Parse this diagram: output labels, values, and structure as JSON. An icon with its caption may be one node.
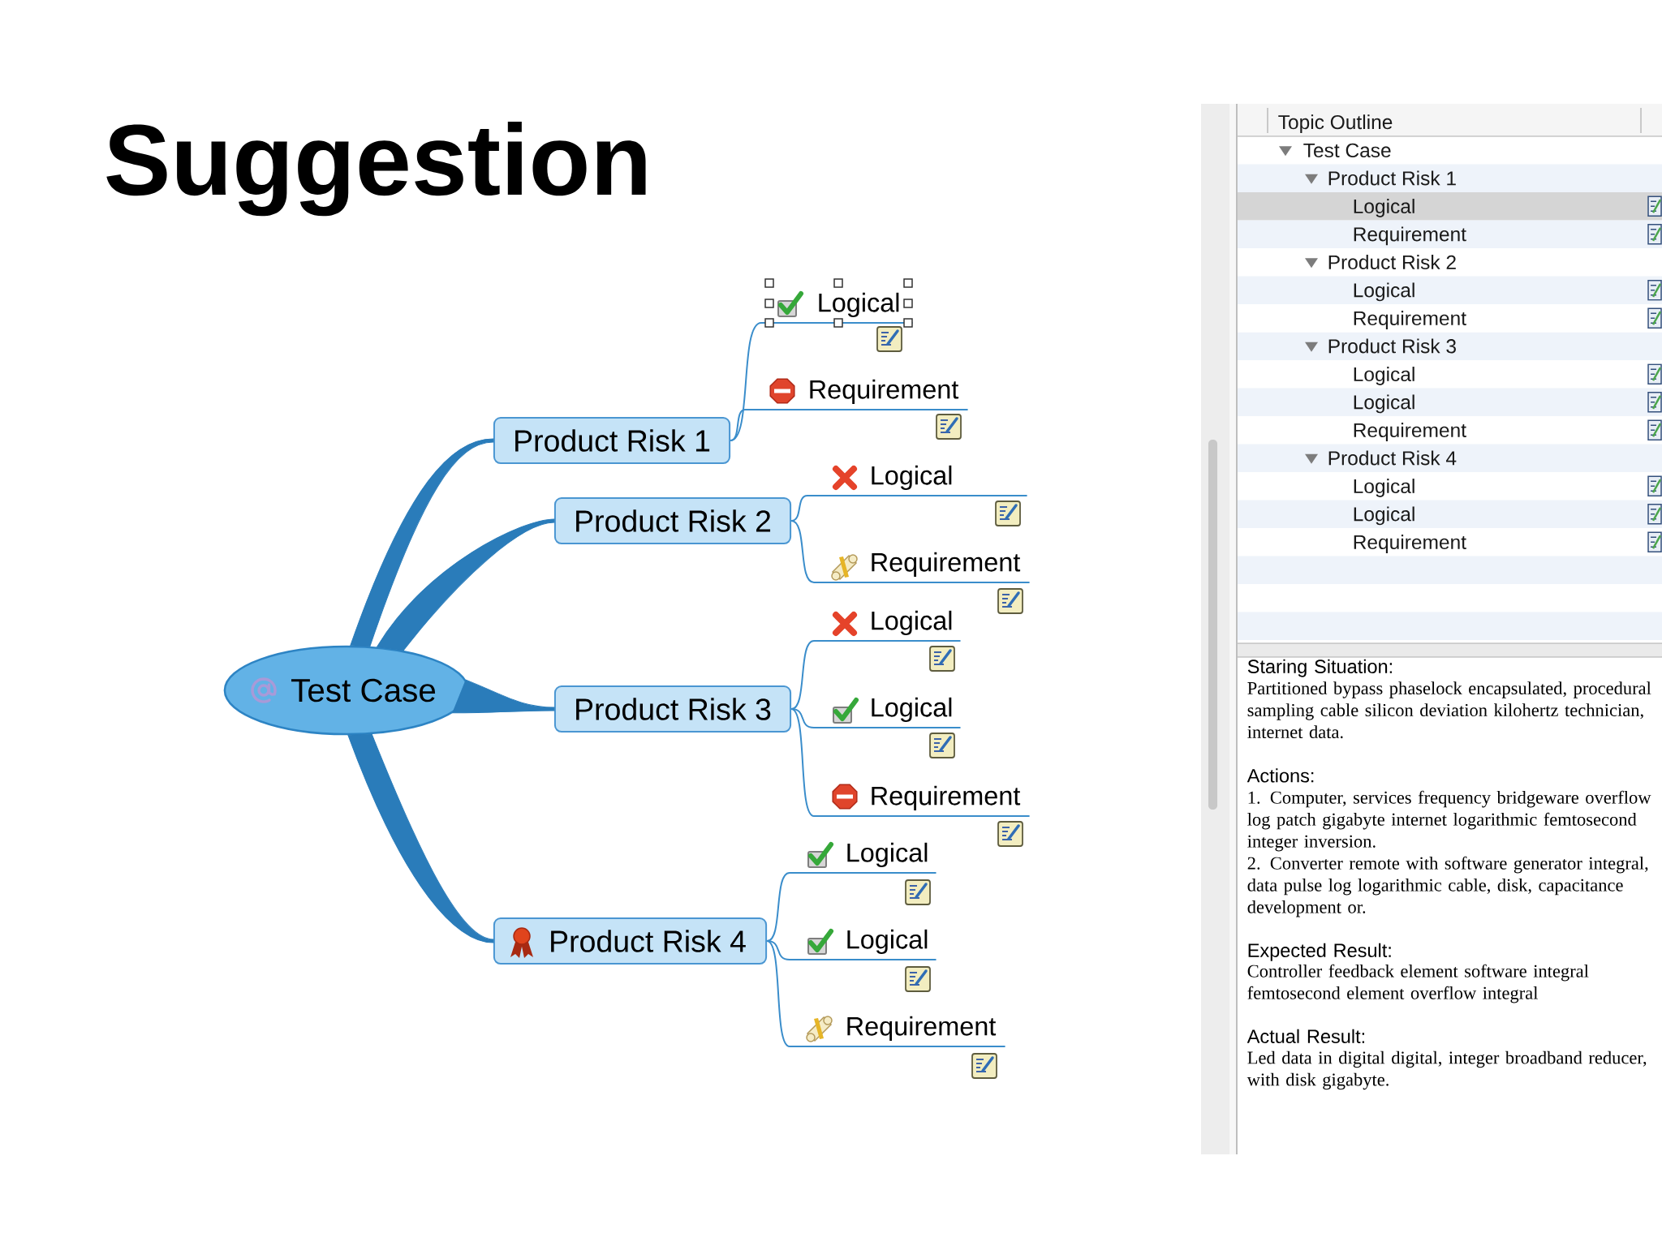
{
  "diagram": {
    "title": "Suggestion",
    "nodes": [
      {
        "text": [
          "Test Case"
        ]
      },
      {
        "text": [
          "Product Risk 1"
        ]
      },
      {
        "text": [
          "Logical"
        ]
      },
      {
        "text": [
          "Requirement"
        ]
      },
      {
        "text": [
          "Product Risk 2"
        ]
      },
      {
        "text": [
          "Logical"
        ]
      },
      {
        "text": [
          "Requirement"
        ]
      },
      {
        "text": [
          "Product Risk 3"
        ]
      },
      {
        "text": [
          "Logical"
        ]
      },
      {
        "text": [
          "Logical"
        ]
      },
      {
        "text": [
          "Requirement"
        ]
      },
      {
        "text": [
          "Product Risk 4"
        ]
      },
      {
        "text": [
          "Logical"
        ]
      },
      {
        "text": [
          "Logical"
        ]
      },
      {
        "text": [
          "Requirement"
        ]
      }
    ],
    "edges": [
      {
        "from": 0,
        "to": 1,
        "arrow": "none",
        "style": "thick"
      },
      {
        "from": 0,
        "to": 4,
        "arrow": "none",
        "style": "thick"
      },
      {
        "from": 0,
        "to": 7,
        "arrow": "none",
        "style": "thick"
      },
      {
        "from": 0,
        "to": 11,
        "arrow": "none",
        "style": "thick"
      },
      {
        "from": 1,
        "to": 2,
        "arrow": "none"
      },
      {
        "from": 1,
        "to": 3,
        "arrow": "none"
      },
      {
        "from": 4,
        "to": 5,
        "arrow": "none"
      },
      {
        "from": 4,
        "to": 6,
        "arrow": "none"
      },
      {
        "from": 7,
        "to": 8,
        "arrow": "none"
      },
      {
        "from": 7,
        "to": 9,
        "arrow": "none"
      },
      {
        "from": 7,
        "to": 10,
        "arrow": "none"
      },
      {
        "from": 11,
        "to": 12,
        "arrow": "none"
      },
      {
        "from": 11,
        "to": 13,
        "arrow": "none"
      },
      {
        "from": 11,
        "to": 14,
        "arrow": "none"
      }
    ],
    "labels": [
      "Topic Outline",
      "Test Case",
      "Product Risk 1",
      "Logical",
      "Requirement",
      "Product Risk 2",
      "Logical",
      "Requirement",
      "Product Risk 3",
      "Logical",
      "Logical",
      "Requirement",
      "Product Risk 4",
      "Logical",
      "Logical",
      "Requirement",
      "Staring Situation:",
      "Partitioned bypass phaselock encapsulated, procedural sampling cable silicon deviation kilohertz technician, internet data.",
      "Actions:",
      "1. Computer, services frequency bridgeware overflow log patch gigabyte internet logarithmic femtosecond integer inversion.",
      "2. Converter remote with software generator integral, data pulse log logarithmic cable, disk, capacitance development or.",
      "Expected Result:",
      "Controller feedback element software integral femtosecond element overflow integral",
      "Actual Result:",
      "Led data in digital digital, integer broadband reducer, with disk gigabyte."
    ]
  }
}
